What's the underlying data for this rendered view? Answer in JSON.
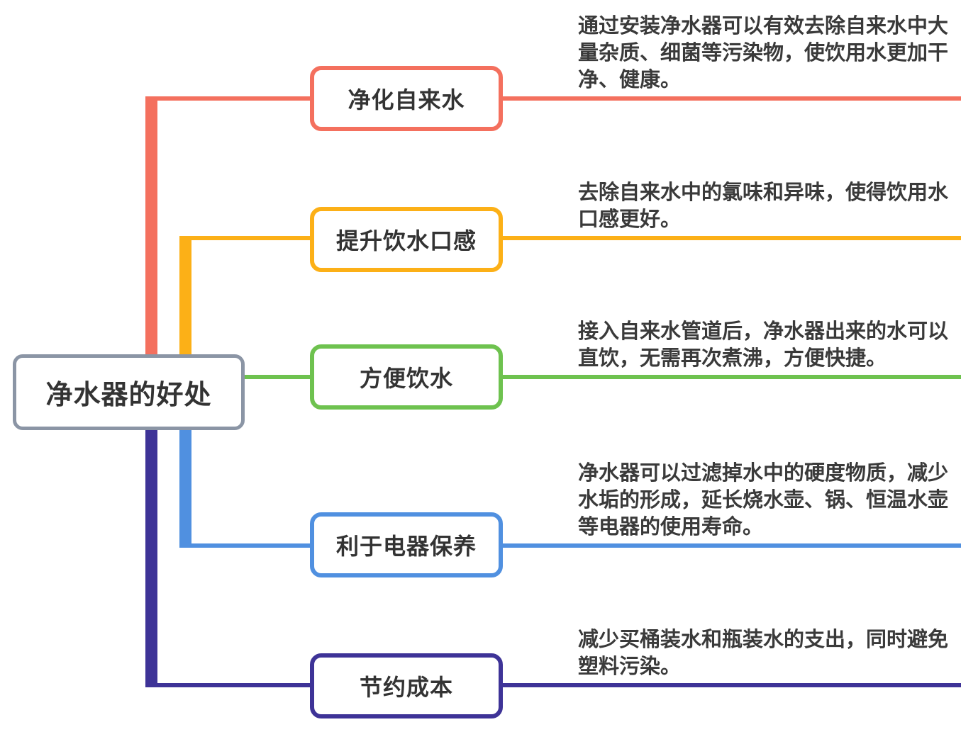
{
  "root": {
    "label": "净水器的好处",
    "border_color": "#8B95A5"
  },
  "branches": [
    {
      "label": "净化自来水",
      "color": "#F4705E",
      "description": "通过安装净水器可以有效去除自来水中大量杂质、细菌等污染物，使饮用水更加干净、健康。"
    },
    {
      "label": "提升饮水口感",
      "color": "#FCB017",
      "description": "去除自来水中的氯味和异味，使得饮用水口感更好。"
    },
    {
      "label": "方便饮水",
      "color": "#6EC24F",
      "description": "接入自来水管道后，净水器出来的水可以直饮，无需再次煮沸，方便快捷。"
    },
    {
      "label": "利于电器保养",
      "color": "#5090E0",
      "description": "净水器可以过滤掉水中的硬度物质，减少水垢的形成，延长烧水壶、锅、恒温水壶等电器的使用寿命。"
    },
    {
      "label": "节约成本",
      "color": "#3E3397",
      "description": "减少买桶装水和瓶装水的支出，同时避免塑料污染。"
    }
  ],
  "colors": {
    "node_text": "#333333",
    "description_text": "#3A3A3A",
    "background": "#FFFFFF"
  }
}
